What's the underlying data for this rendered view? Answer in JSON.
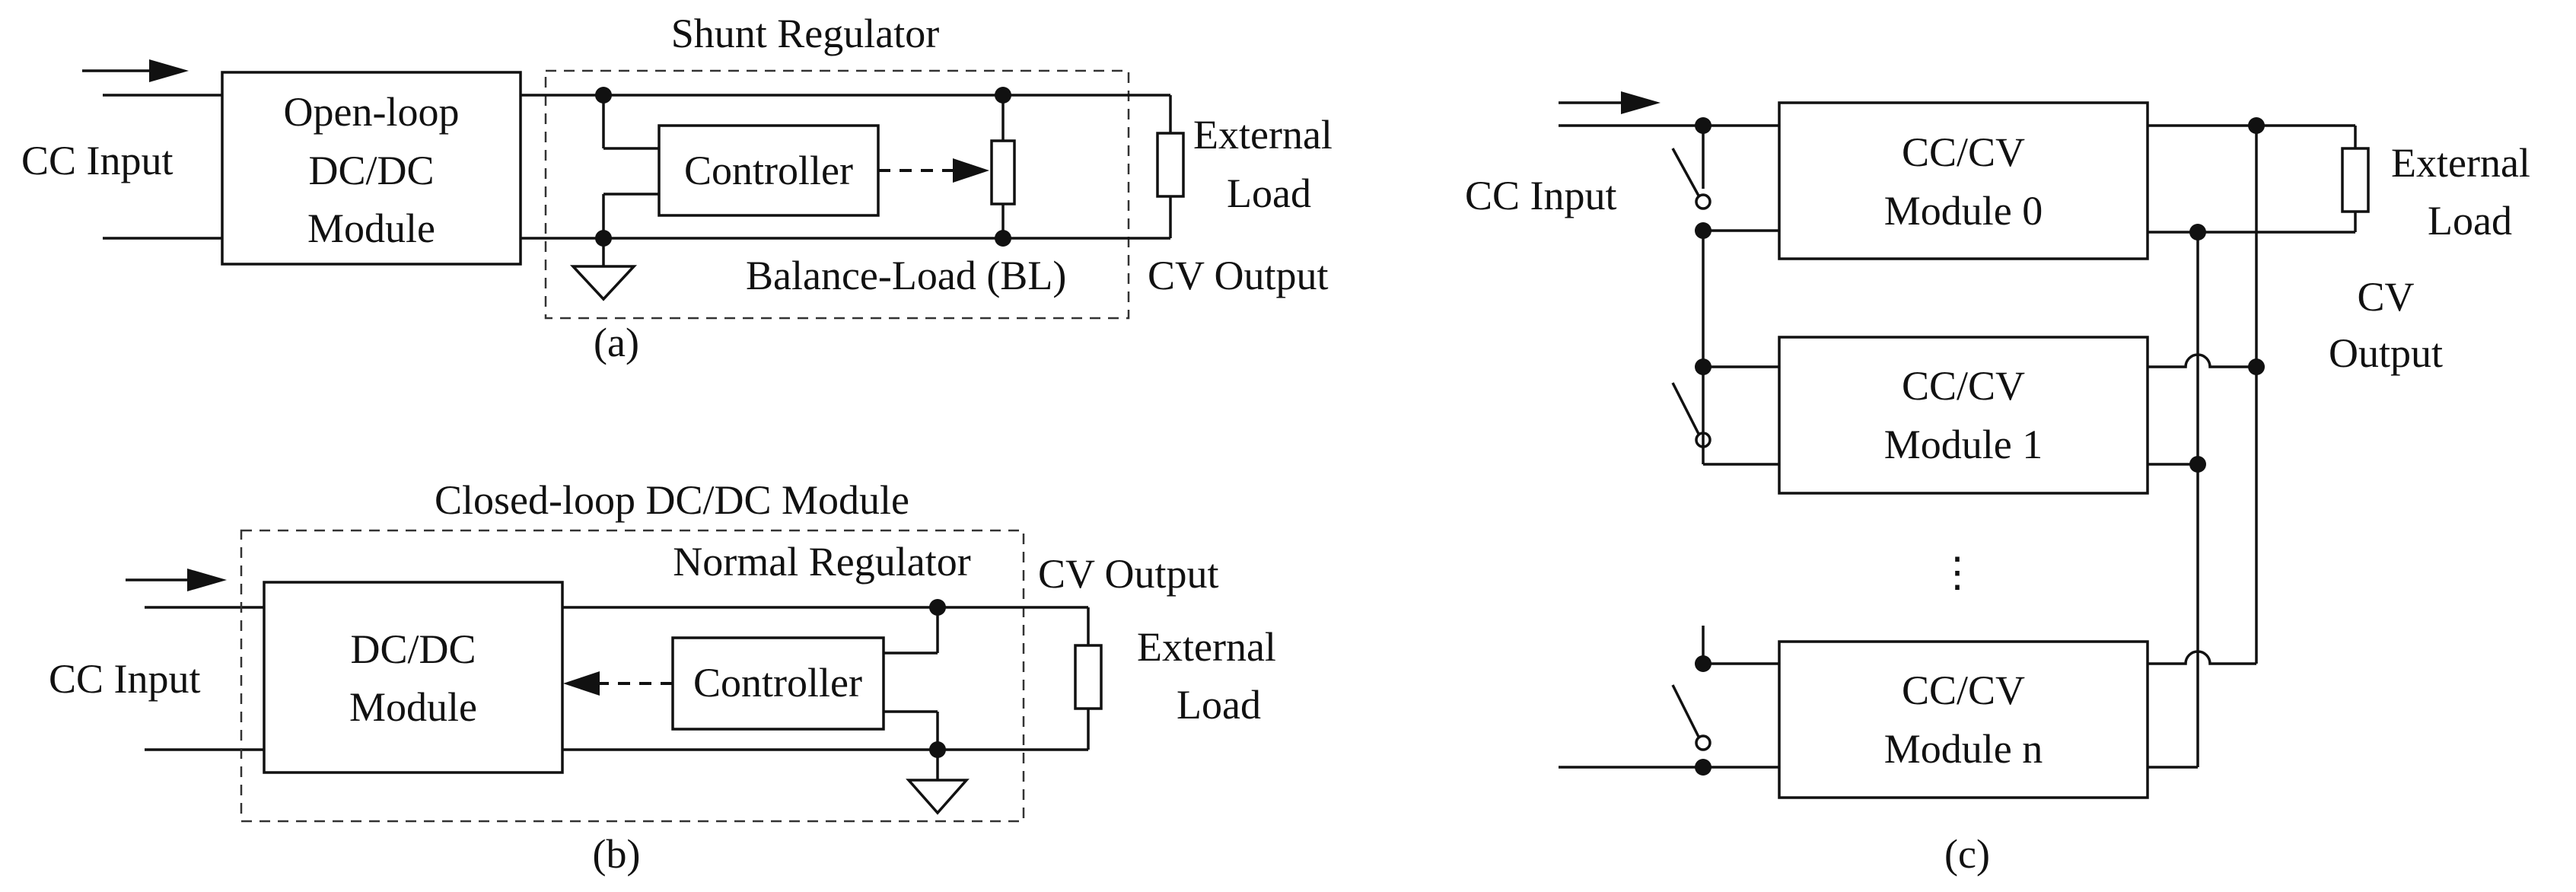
{
  "panel_a": {
    "caption": "(a)",
    "group_title": "Shunt Regulator",
    "input_label": "CC Input",
    "module_line1": "Open-loop",
    "module_line2": "DC/DC",
    "module_line3": "Module",
    "controller_label": "Controller",
    "bl_label": "Balance-Load (BL)",
    "load_line1": "External",
    "load_line2": "Load",
    "output_label": "CV Output"
  },
  "panel_b": {
    "caption": "(b)",
    "group_title": "Closed-loop DC/DC Module",
    "regulator_label": "Normal Regulator",
    "input_label": "CC Input",
    "module_line1": "DC/DC",
    "module_line2": "Module",
    "controller_label": "Controller",
    "load_line1": "External",
    "load_line2": "Load",
    "output_label": "CV Output"
  },
  "panel_c": {
    "caption": "(c)",
    "input_label": "CC Input",
    "modules": [
      {
        "line1": "CC/CV",
        "line2": "Module 0"
      },
      {
        "line1": "CC/CV",
        "line2": "Module 1"
      },
      {
        "line1": "CC/CV",
        "line2": "Module n"
      }
    ],
    "ellipsis": "⋮",
    "load_line1": "External",
    "load_line2": "Load",
    "output_line1": "CV",
    "output_line2": "Output"
  }
}
